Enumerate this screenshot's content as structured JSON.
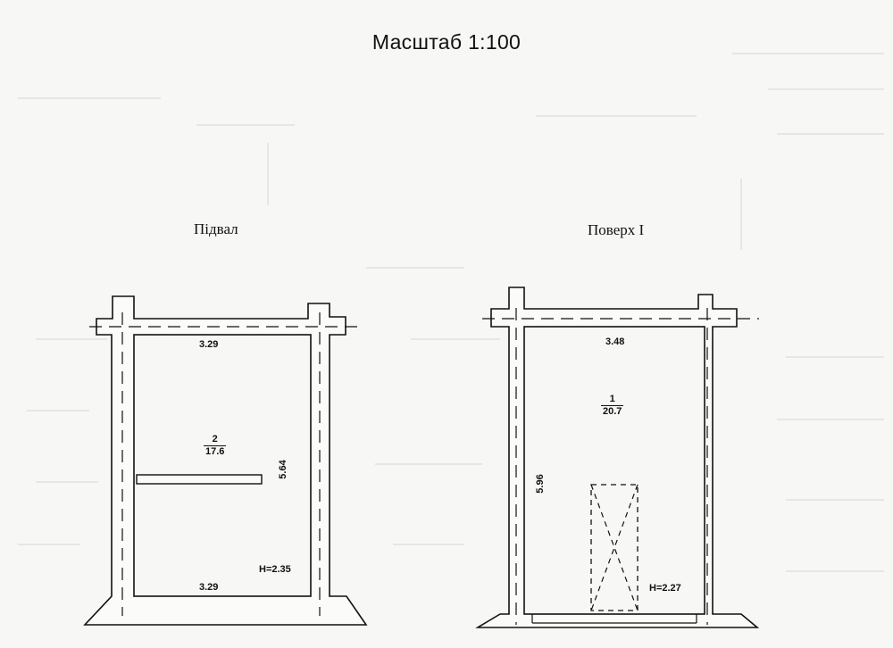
{
  "scale_title": "Масштаб 1:100",
  "plans": [
    {
      "title": "Підвал",
      "width_top": "3.29",
      "width_bottom": "3.29",
      "height_side": "5.64",
      "room_number": "2",
      "room_area": "17.6",
      "ceiling_height": "H=2.35"
    },
    {
      "title": "Поверх I",
      "width_top": "3.48",
      "height_side": "5.96",
      "room_number": "1",
      "room_area": "20.7",
      "ceiling_height": "H=2.27"
    }
  ]
}
